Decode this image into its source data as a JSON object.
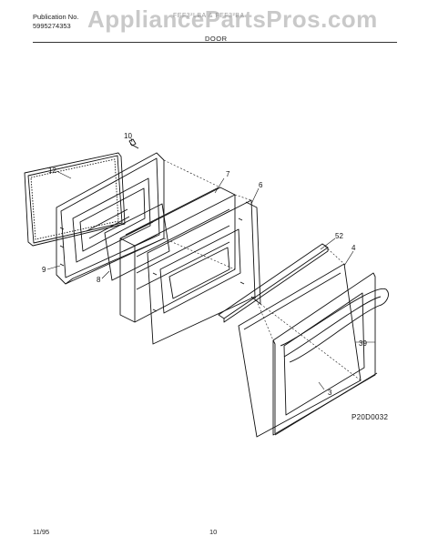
{
  "header": {
    "publication_label": "Publication No.",
    "publication_number": "5995274353",
    "model": "FEF3²LBA & FEF3²BA",
    "section_title": "DOOR"
  },
  "watermark": "AppliancePartsPros.com",
  "callouts": {
    "c10": "10",
    "c12": "12",
    "c7": "7",
    "c6": "6",
    "c9": "9",
    "c8": "8",
    "c52": "52",
    "c4": "4",
    "c39": "39",
    "c3": "3"
  },
  "diagram_code": "P20D0032",
  "footer": {
    "date": "11/95",
    "page": "10"
  }
}
